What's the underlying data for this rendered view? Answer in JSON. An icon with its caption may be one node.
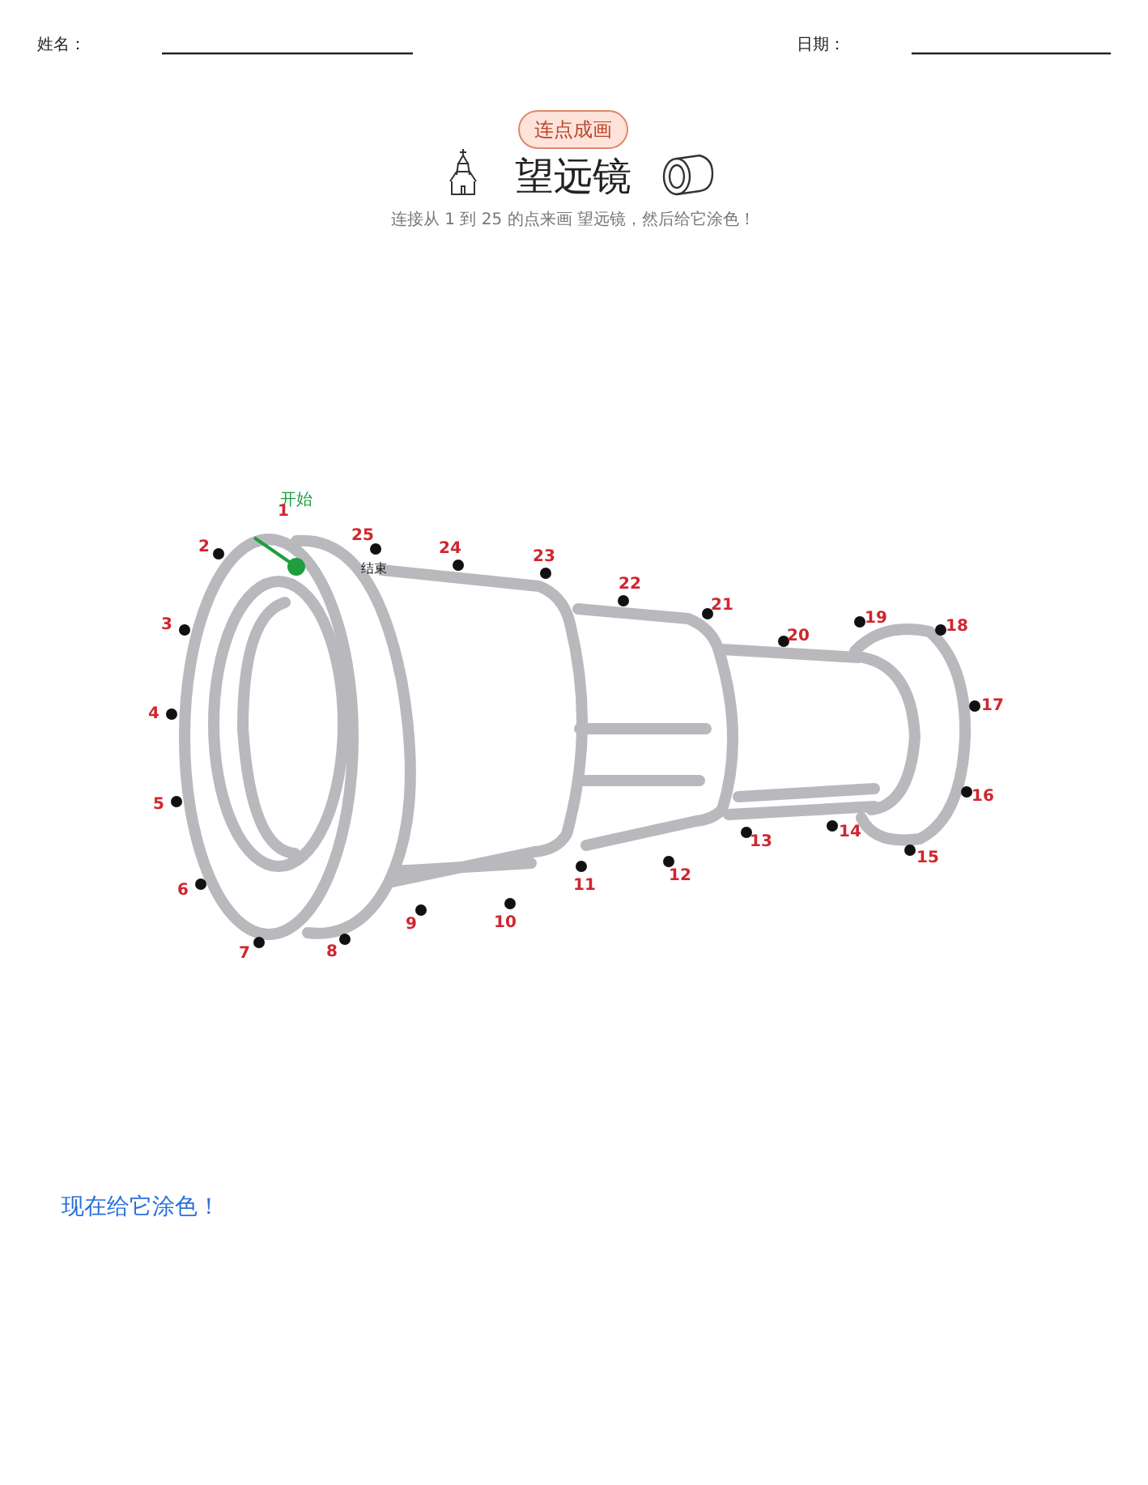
{
  "diagram": {
    "title": "望远镜",
    "nodes": [
      {
        "text": [
          "连点成画"
        ]
      }
    ],
    "labels": [
      "姓名：",
      "日期：",
      "连接从 1 到 25 的点来画 望远镜，然后给它涂色！",
      "开始",
      "1",
      "2",
      "3",
      "4",
      "5",
      "6",
      "7",
      "8",
      "9",
      "10",
      "11",
      "12",
      "13",
      "14",
      "15",
      "16",
      "17",
      "18",
      "19",
      "20",
      "21",
      "22",
      "23",
      "24",
      "25",
      "结束",
      "现在给它涂色！"
    ]
  }
}
